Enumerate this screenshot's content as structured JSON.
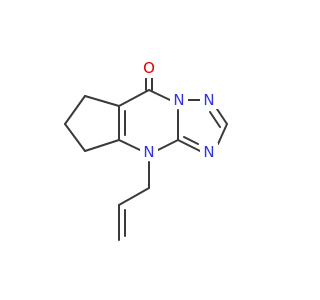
{
  "colors": {
    "background": "#ffffff",
    "bond": "#3a3a3a",
    "nitrogen": "#2f34e0",
    "oxygen": "#e00000"
  },
  "atoms": {
    "o_carbonyl": {
      "text": "O",
      "element": "oxygen"
    },
    "n_bridge": {
      "text": "N",
      "element": "nitrogen"
    },
    "n_triazole_top": {
      "text": "N",
      "element": "nitrogen"
    },
    "n_triazole_right": {
      "text": "N",
      "element": "nitrogen"
    },
    "n_allyl": {
      "text": "N",
      "element": "nitrogen"
    }
  }
}
